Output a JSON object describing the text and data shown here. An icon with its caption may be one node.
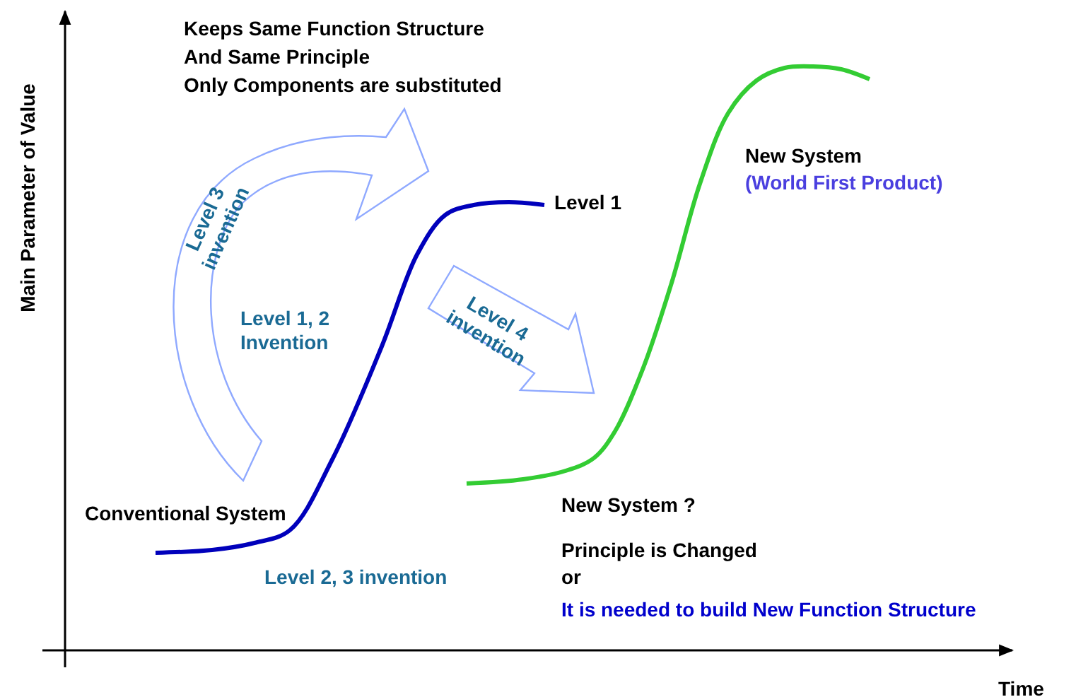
{
  "diagram": {
    "nodes": [
      {
        "text": [
          "Level 3 invention"
        ]
      },
      {
        "text": [
          "Level 4 invention"
        ]
      }
    ],
    "labels": [
      "Keeps Same Function Structure",
      "And Same Principle",
      "Only Components are substituted",
      "Main Parameter of Value",
      "Level 1",
      "New System",
      "(World First Product)",
      "Level 1, 2 Invention",
      "Conventional System",
      "New System ?",
      "Principle is Changed",
      "or",
      "Level 2, 3 invention",
      "It is needed to build New Function Structure",
      "Time"
    ]
  }
}
